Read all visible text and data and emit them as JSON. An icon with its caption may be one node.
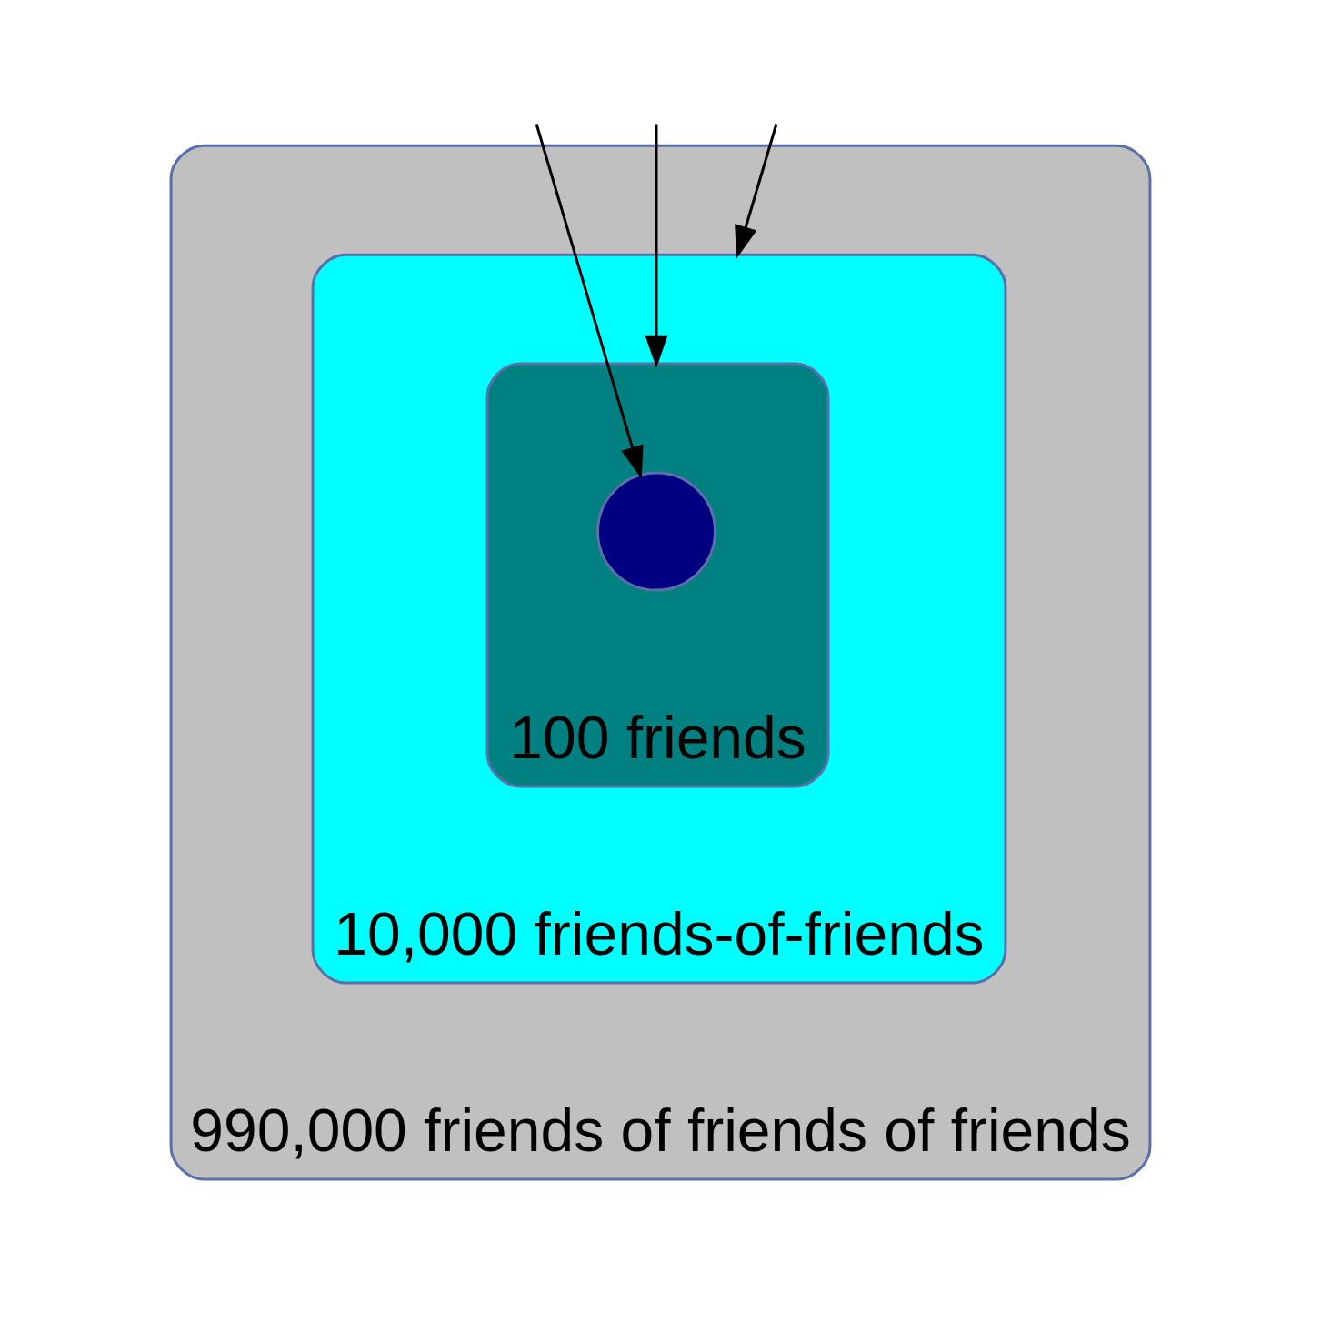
{
  "diagram": {
    "nodes": [
      {
        "text": [
          "990,000 friends of friends of friends"
        ]
      },
      {
        "text": [
          "10,000 friends-of-friends"
        ],
        "in": 0
      },
      {
        "text": [
          "100 friends"
        ],
        "in": 1
      },
      {
        "text": [],
        "shape": "circle",
        "in": 2
      }
    ],
    "edges": [
      {
        "from": null,
        "to": 3,
        "arrow": "to"
      },
      {
        "from": null,
        "to": 2,
        "arrow": "to"
      },
      {
        "from": null,
        "to": 1,
        "arrow": "to"
      }
    ]
  }
}
